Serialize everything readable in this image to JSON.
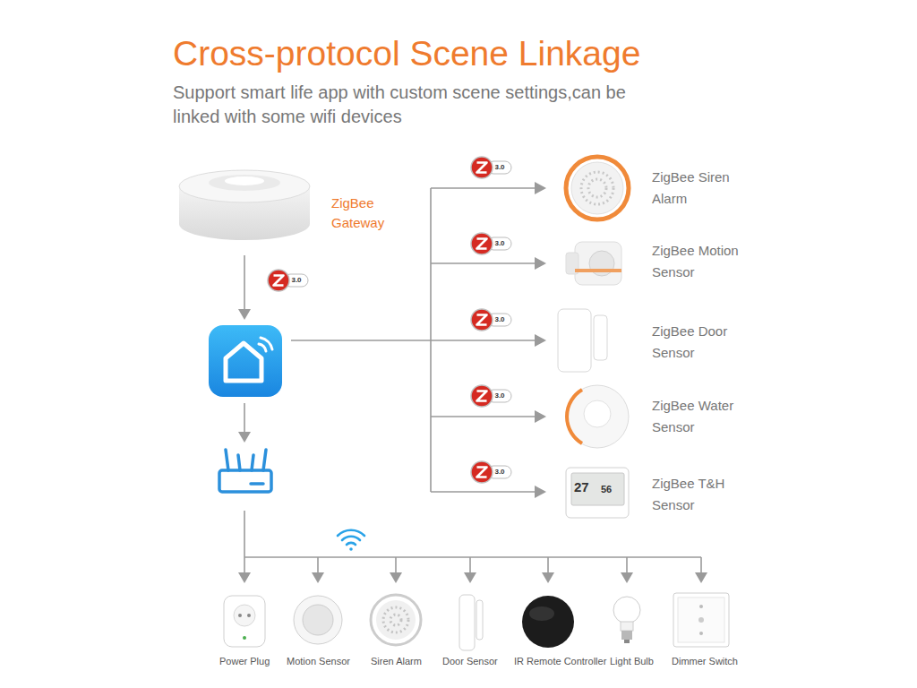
{
  "diagram": {
    "title": "Cross-protocol Scene Linkage",
    "nodes": [
      {
        "text": [
          "ZigBee Gateway"
        ]
      },
      {
        "text": [
          "ZigBee Siren Alarm"
        ]
      },
      {
        "text": [
          "ZigBee Motion Sensor"
        ]
      },
      {
        "text": [
          "ZigBee Door Sensor"
        ]
      },
      {
        "text": [
          "ZigBee Water Sensor"
        ]
      },
      {
        "text": [
          "ZigBee T&H Sensor"
        ]
      },
      {
        "text": [
          "Power Plug"
        ]
      },
      {
        "text": [
          "Motion Sensor"
        ]
      },
      {
        "text": [
          "Siren Alarm"
        ]
      },
      {
        "text": [
          "Door Sensor"
        ]
      },
      {
        "text": [
          "IR Remote Controller"
        ]
      },
      {
        "text": [
          "Light Bulb"
        ]
      },
      {
        "text": [
          "Dimmer Switch"
        ]
      }
    ],
    "labels": [
      "Support smart life app with custom scene settings,can be linked with some wifi devices",
      "3.0",
      "3.0",
      "3.0",
      "3.0",
      "3.0",
      "3.0",
      "27",
      "56"
    ]
  }
}
